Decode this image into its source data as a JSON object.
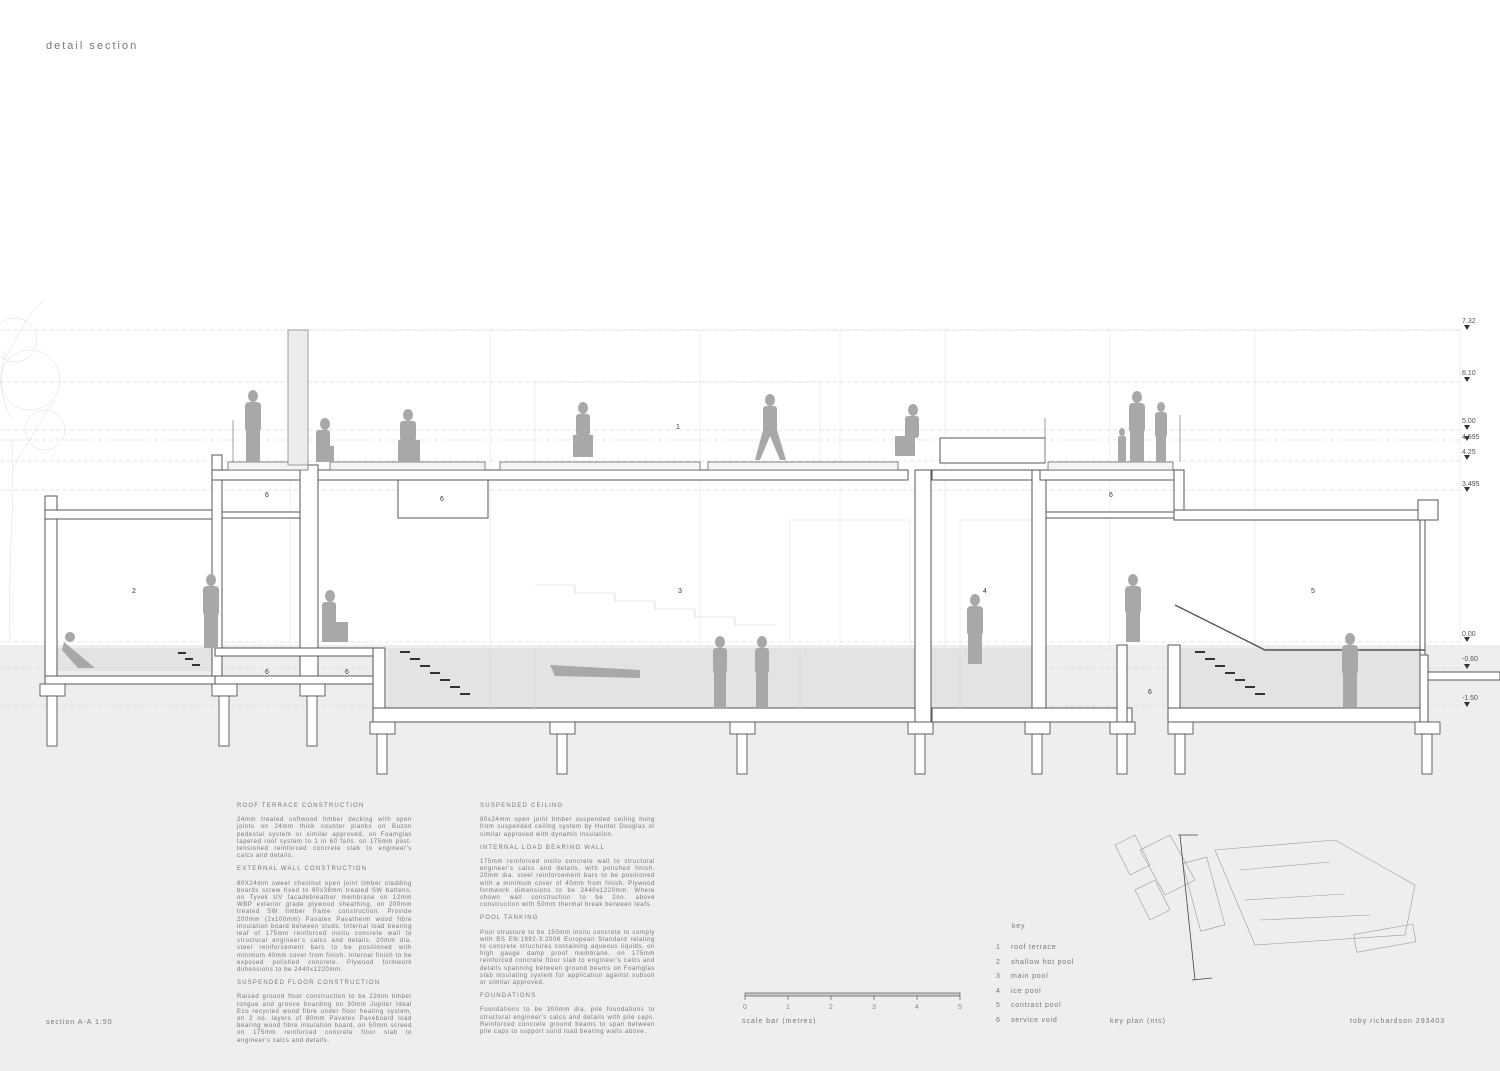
{
  "title": "detail section",
  "levels": [
    "7.32",
    "6.10",
    "5.00",
    "4.595",
    "4.25",
    "3.495",
    "0.00",
    "-0.60",
    "-1.50"
  ],
  "room_tags": [
    "1",
    "2",
    "3",
    "4",
    "5",
    "6",
    "6",
    "6",
    "6",
    "6",
    "6"
  ],
  "notes_col1": {
    "h1": "ROOF TERRACE CONSTRUCTION",
    "p1": "24mm treated softwood timber decking with open joints on 24mm thick counter planks on Buzon pedestal system or similar approved, on Foamglas tapered roof system to 1 in 60 falls, on 175mm post-tensioned reinforced concrete slab to engineer's calcs and details.",
    "h2": "EXTERNAL WALL CONSTRUCTION",
    "p2": "80X24mm sweet chestnut open joint timber cladding boards screw fixed to 60x38mm treated SW battens, on Tyvek UV facadebreather membrane on 12mm WBP exterior grade plywood sheathing, on 200mm treated SW timber frame construction. Provide 200mm (2x100mm) Pavatex Pavatherm wood fibre insulation board between studs. Internal load bearing leaf of 175mm reinforced insitu concrete wall to structural engineer's calcs and details. 20mm dia. steel reinforcement bars to be positioned with minimum 40mm cover from finish. Internal finish to be exposed polished concrete. Plywood formwork dimensions to be 2440x1220mm.",
    "h3": "SUSPENDED FLOOR CONSTRUCTION",
    "p3": "Raised ground floor construction to be 22mm timber tongue and groove boarding on 30mm Jupiter Ideal Eco recycled wood fibre under floor heating system, on 2 no. layers of 80mm Pavatex Paveboard load bearing wood fibre insulation board, on 50mm screed on 175mm reinforced concrete floor slab to engineer's calcs and details."
  },
  "notes_col2": {
    "h1": "SUSPENDED CEILING",
    "p1": "80x24mm open joint timber suspended ceiling hung from suspended ceiling system by Hunter Douglas or similar approved with dynamic insulation.",
    "h2": "INTERNAL LOAD BEARING WALL",
    "p2": "175mm reinforced insitu concrete wall to structural engineer's calcs and details, with polished finish. 20mm dia. steel reinforcement bars to be positioned with a minimum cover of 40mm from finish. Plywood formwork dimensions to be 2440x1220mm. Where shown wall construction to be 2no. above construction with 50mm thermal break between leafs.",
    "h3": "POOL TANKING",
    "p3": "Pool structure to be 150mm insitu concrete to comply with BS EN:1992-3:2006 European Standard relating to concrete structures containing aqueous liquids, on high gauge damp proof membrane, on 175mm reinforced concrete floor slab to engineer's calcs and details spanning between ground beams on Foamglas slab insulating system for application against subsoil or similar approved.",
    "h4": "FOUNDATIONS",
    "p4": "Foundations to be 300mm dia. pile foundations to structural engineer's calcs and details with pile caps. Reinforced concrete ground beams to span between pile caps to support solid load bearing walls above."
  },
  "scale_bar": {
    "ticks": [
      "0",
      "1",
      "2",
      "3",
      "4",
      "5"
    ],
    "label": "scale bar (metres)"
  },
  "key": {
    "title": "key",
    "items": [
      {
        "num": "1",
        "label": "roof terrace"
      },
      {
        "num": "2",
        "label": "shallow hot pool"
      },
      {
        "num": "3",
        "label": "main pool"
      },
      {
        "num": "4",
        "label": "ice pool"
      },
      {
        "num": "5",
        "label": "contrast pool"
      },
      {
        "num": "6",
        "label": "service void"
      }
    ]
  },
  "section_label": "section A-A 1:50",
  "key_plan_label": "key plan (nts)",
  "author": "toby richardson 293403"
}
